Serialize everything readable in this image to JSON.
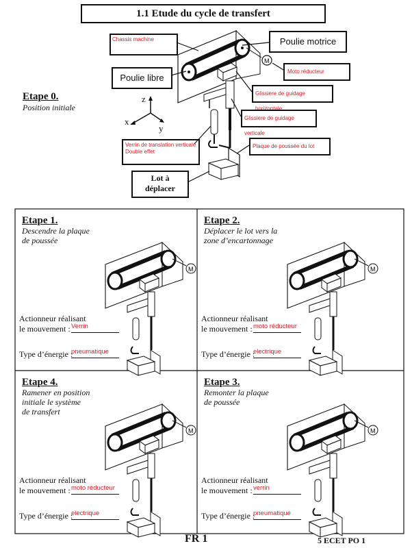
{
  "page": {
    "title": "1.1 Etude du cycle de transfert",
    "footer_center": "FR 1",
    "footer_right": "5 ECET PO 1"
  },
  "etape0": {
    "title": "Etape 0.",
    "desc": "Position initiale",
    "axes": {
      "z": "z",
      "x": "x",
      "y": "y"
    },
    "labels": {
      "chassis": "Chassis machine",
      "poulie_motrice": "Poulie motrice",
      "poulie_libre": "Poulie libre",
      "moto_reducteur": "Moto réducteur",
      "glissiere_h": "Glissiere de guidage horizontale",
      "glissiere_v": "Glissiere de guidage verticale",
      "verrin": "Verrin de translation verticale Double effet",
      "plaque": "Plaque de poussée du lot",
      "lot_line1": "Lot à",
      "lot_line2": "déplacer",
      "motor_symbol": "M"
    }
  },
  "common": {
    "actionneur_line1": "Actionneur réalisant",
    "actionneur_line2": "le mouvement :",
    "type_energie": "Type d’énergie :",
    "motor_symbol": "M"
  },
  "etapes": [
    {
      "title": "Etape 1.",
      "desc1": "Descendre la plaque",
      "desc2": "de poussée",
      "desc3": "",
      "actionneur": "Verrin",
      "energie": "pneumatique"
    },
    {
      "title": "Etape 2.",
      "desc1": "Déplacer le lot vers la",
      "desc2": "zone d’encartonnage",
      "desc3": "",
      "actionneur": "moto réducteur",
      "energie": "electrique"
    },
    {
      "title": "Etape 4.",
      "desc1": "Ramener en position",
      "desc2": "initiale le système",
      "desc3": "de transfert",
      "actionneur": "moto réducteur",
      "energie": "electrique"
    },
    {
      "title": "Etape 3.",
      "desc1": "Remonter la plaque",
      "desc2": "de poussée",
      "desc3": "",
      "actionneur": "verrin",
      "energie": "pneumatique"
    }
  ]
}
